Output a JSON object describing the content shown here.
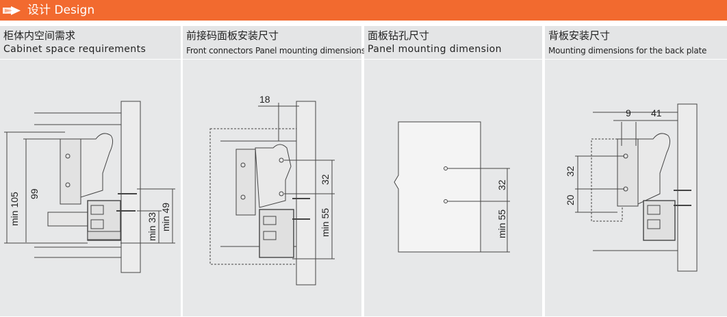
{
  "header": {
    "title": "设计 Design",
    "color": "#f26a2f",
    "icon": "arrow-icon"
  },
  "panels": [
    {
      "title_cn": "柜体内空间需求",
      "title_en": "Cabinet space requirements",
      "dims": {
        "min105": "min 105",
        "d99": "99",
        "min33": "min 33",
        "min49": "min 49"
      }
    },
    {
      "title_cn": "前接码面板安装尺寸",
      "title_en": "Front connectors Panel mounting dimensions",
      "dims": {
        "d18": "18",
        "d32": "32",
        "min55": "min 55"
      }
    },
    {
      "title_cn": "面板钻孔尺寸",
      "title_en": "Panel mounting dimension",
      "dims": {
        "d32": "32",
        "min55": "min 55"
      }
    },
    {
      "title_cn": "背板安装尺寸",
      "title_en": "Mounting dimensions for the back plate",
      "dims": {
        "d9": "9",
        "d41": "41",
        "d32": "32",
        "d20": "20"
      }
    }
  ]
}
